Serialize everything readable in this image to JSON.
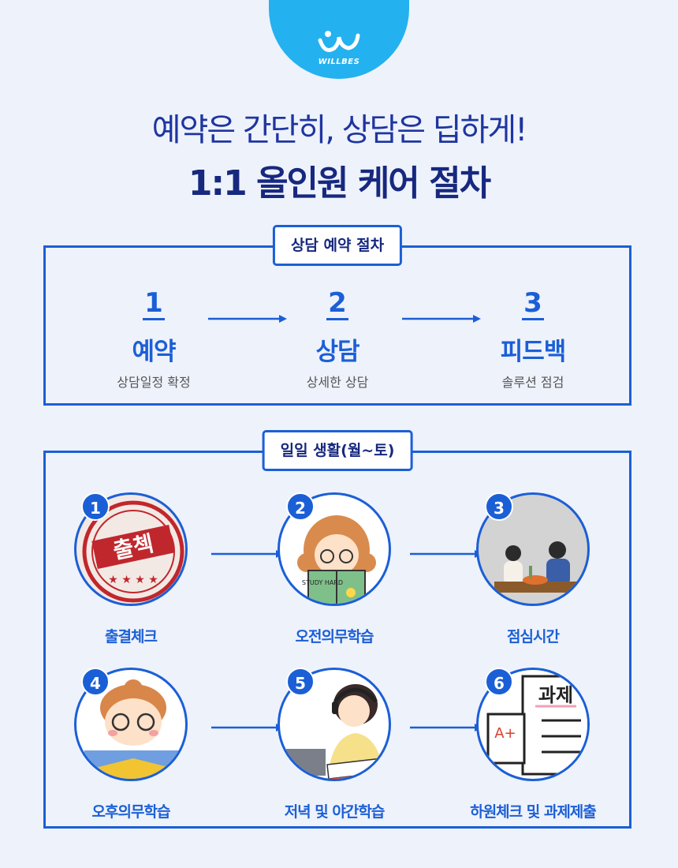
{
  "brand": {
    "name": "WILLBES",
    "color": "#24b1ef"
  },
  "headline": {
    "line1": "예약은 간단히, 상담은 딥하게!",
    "line2": "1:1 올인원 케어 절차"
  },
  "reservation": {
    "title": "상담 예약 절차",
    "steps": [
      {
        "num": "1",
        "title": "예약",
        "sub": "상담일정 확정"
      },
      {
        "num": "2",
        "title": "상담",
        "sub": "상세한 상담"
      },
      {
        "num": "3",
        "title": "피드백",
        "sub": "솔루션 점검"
      }
    ]
  },
  "daily": {
    "title": "일일 생활(월~토)",
    "items": [
      {
        "num": "1",
        "label": "출결체크",
        "stamp_text": "출첵"
      },
      {
        "num": "2",
        "label": "오전의무학습",
        "book_text": "STUDY HARD"
      },
      {
        "num": "3",
        "label": "점심시간"
      },
      {
        "num": "4",
        "label": "오후의무학습"
      },
      {
        "num": "5",
        "label": "저녁 및 야간학습"
      },
      {
        "num": "6",
        "label": "하원체크 및 과제제출",
        "paper_text": "과제",
        "grade_text": "A+"
      }
    ]
  },
  "colors": {
    "accent": "#1b5fd6",
    "navy": "#17287f",
    "background": "#eef2fb"
  }
}
